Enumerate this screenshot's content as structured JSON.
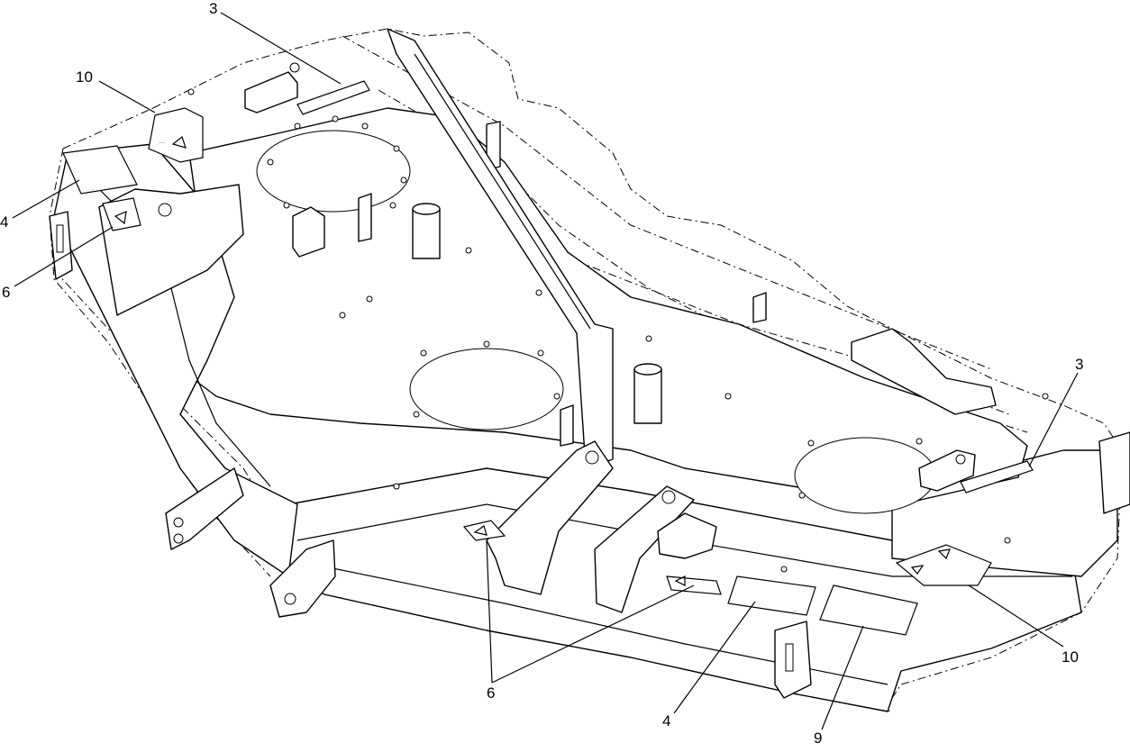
{
  "callouts": [
    {
      "label": "3"
    },
    {
      "label": "10"
    },
    {
      "label": "4"
    },
    {
      "label": "6"
    },
    {
      "label": "3"
    },
    {
      "label": "10"
    },
    {
      "label": "6"
    },
    {
      "label": "4"
    },
    {
      "label": "9"
    }
  ]
}
